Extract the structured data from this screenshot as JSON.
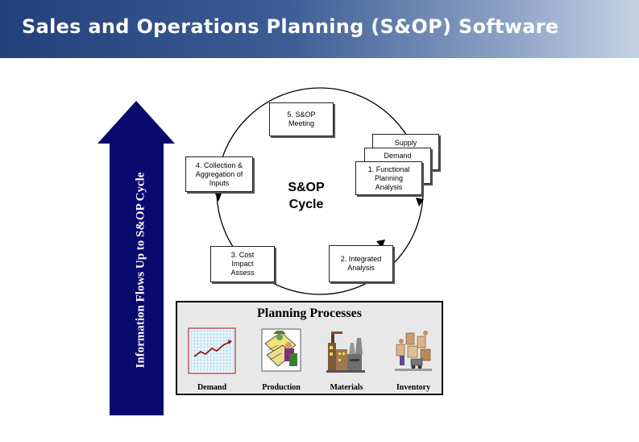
{
  "header": {
    "title": "Sales and Operations Planning (S&OP) Software",
    "gradient": [
      "#22407a",
      "#c6d2e4"
    ]
  },
  "side_arrow": {
    "label": "Information Flows Up to S&OP Cycle",
    "color": "#0a0a6e"
  },
  "cycle": {
    "center_label": [
      "S&OP",
      "Cycle"
    ],
    "steps": [
      {
        "id": "meeting",
        "lines": [
          "5. S&OP",
          "Meeting"
        ]
      },
      {
        "id": "collection",
        "lines": [
          "4. Collection &",
          "Aggregation of",
          "Inputs"
        ]
      },
      {
        "id": "functional",
        "lines": [
          "1. Functional",
          "Planning",
          "Analysis"
        ]
      },
      {
        "id": "cost",
        "lines": [
          "3. Cost",
          "Impact",
          "Assess"
        ]
      },
      {
        "id": "integrated",
        "lines": [
          "2. Integrated",
          "Analysis"
        ]
      }
    ],
    "stacked_cards": [
      "Supply",
      "Demand"
    ]
  },
  "planning": {
    "title": "Planning Processes",
    "processes": [
      {
        "label": "Demand",
        "icon": "demand-chart-icon"
      },
      {
        "label": "Production",
        "icon": "production-worker-icon"
      },
      {
        "label": "Materials",
        "icon": "factory-icon"
      },
      {
        "label": "Inventory",
        "icon": "warehouse-boxes-icon"
      }
    ]
  }
}
